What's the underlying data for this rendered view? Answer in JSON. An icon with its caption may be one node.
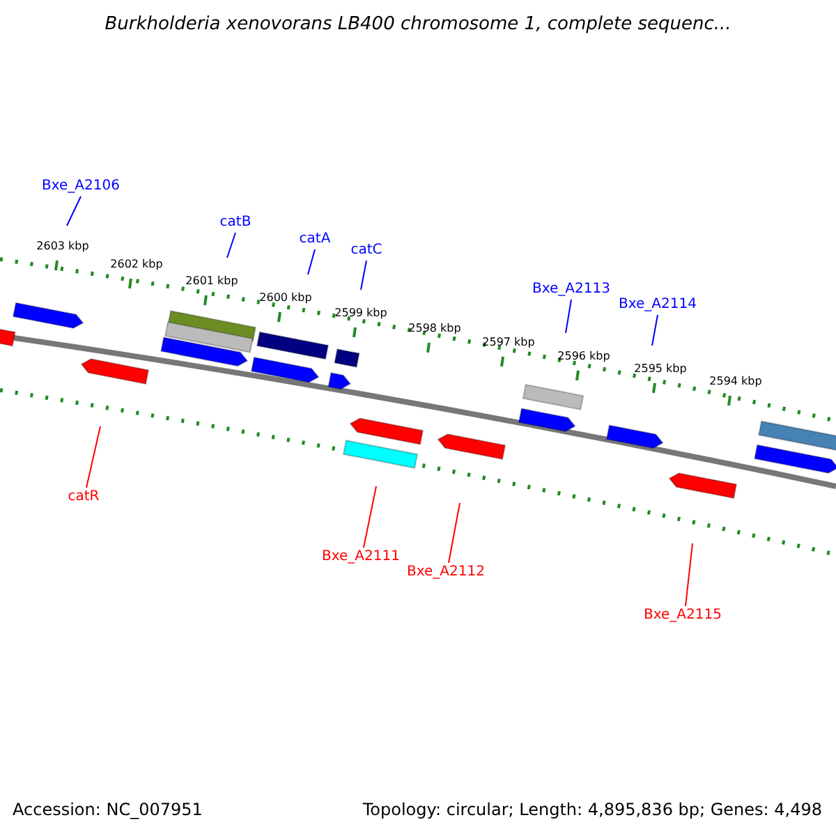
{
  "diagram": {
    "title": "Burkholderia xenovorans LB400 chromosome 1, complete sequenc...",
    "nodes": [
      {
        "text": [
          "Bxe_A2106"
        ]
      },
      {
        "text": [
          "catB"
        ]
      },
      {
        "text": [
          "catA"
        ]
      },
      {
        "text": [
          "catC"
        ]
      },
      {
        "text": [
          "Bxe_A2113"
        ]
      },
      {
        "text": [
          "Bxe_A2114"
        ]
      },
      {
        "text": [
          "catR"
        ]
      },
      {
        "text": [
          "Bxe_A2111"
        ]
      },
      {
        "text": [
          "Bxe_A2112"
        ]
      },
      {
        "text": [
          "Bxe_A2115"
        ]
      }
    ],
    "edges": [
      {
        "from": 0,
        "to": null,
        "arrow": "none"
      },
      {
        "from": 1,
        "to": null,
        "arrow": "none"
      },
      {
        "from": 2,
        "to": null,
        "arrow": "none"
      },
      {
        "from": 3,
        "to": null,
        "arrow": "none"
      },
      {
        "from": 4,
        "to": null,
        "arrow": "none"
      },
      {
        "from": 5,
        "to": null,
        "arrow": "none"
      },
      {
        "from": 6,
        "to": null,
        "arrow": "none",
        "color": "#ff0000"
      },
      {
        "from": 7,
        "to": null,
        "arrow": "none",
        "color": "#ff0000"
      },
      {
        "from": 8,
        "to": null,
        "arrow": "none",
        "color": "#ff0000"
      },
      {
        "from": 9,
        "to": null,
        "arrow": "none",
        "color": "#ff0000"
      }
    ],
    "labels": [
      "2603 kbp",
      "2602 kbp",
      "2601 kbp",
      "2600 kbp",
      "2599 kbp",
      "2598 kbp",
      "2597 kbp",
      "2596 kbp",
      "2595 kbp",
      "2594 kbp",
      "Accession: NC_007951",
      "Topology: circular; Length: 4,895,836 bp; Genes: 4,498"
    ]
  }
}
